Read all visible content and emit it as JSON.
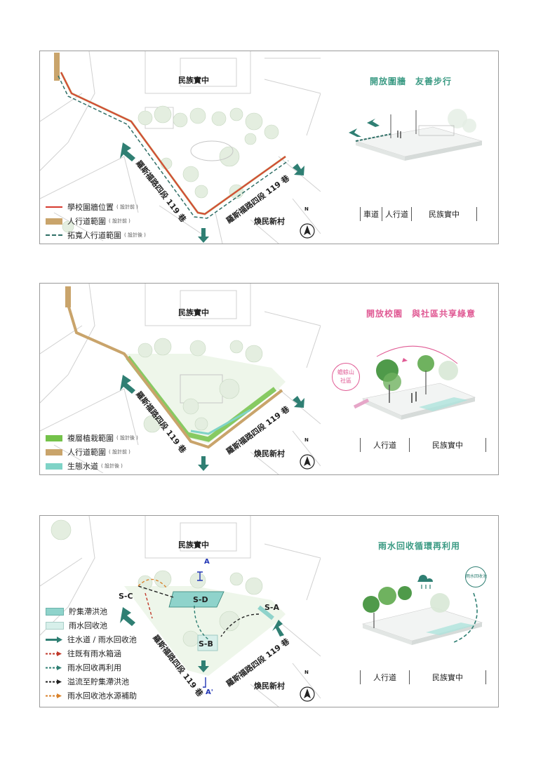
{
  "panel1": {
    "map_title": "民族實中",
    "village": "煥民新村",
    "road_label": "羅斯福路四段 119 巷",
    "right_title": "開放圍牆　友善步行",
    "section_labels": [
      "車道",
      "人行道",
      "民族實中"
    ],
    "legend": [
      {
        "label": "學校圍牆位置",
        "note": "( 設計前 )",
        "color": "#d63a2e",
        "style": "line"
      },
      {
        "label": "人行道範圍",
        "note": "( 設計前 )",
        "color": "#c9a46b",
        "style": "box"
      },
      {
        "label": "拓寬人行道範圍",
        "note": "( 設計後 )",
        "color": "#2f6f66",
        "style": "dashed"
      }
    ]
  },
  "panel2": {
    "map_title": "民族實中",
    "village": "煥民新村",
    "road_label": "羅斯福路四段 119 巷",
    "right_title": "開放校園　與社區共享綠意",
    "community_label_1": "蟾蜍山",
    "community_label_2": "社區",
    "section_labels": [
      "人行道",
      "民族實中"
    ],
    "legend": [
      {
        "label": "複層植栽範圍",
        "note": "( 設計後 )",
        "color": "#74c24a",
        "style": "box"
      },
      {
        "label": "人行道範圍",
        "note": "( 設計前 )",
        "color": "#c9a46b",
        "style": "box"
      },
      {
        "label": "生態水道",
        "note": "( 設計後 )",
        "color": "#7fd3c7",
        "style": "box"
      }
    ]
  },
  "panel3": {
    "map_title": "民族實中",
    "village": "煥民新村",
    "road_label": "羅斯福路四段 119 巷",
    "right_title": "雨水回收循環再利用",
    "cloud_label": "雨水回收池",
    "section_labels": [
      "人行道",
      "民族實中"
    ],
    "marks": {
      "sa": "S-A",
      "sb": "S-B",
      "sc": "S-C",
      "sd": "S-D",
      "a": "A",
      "a2": "A'"
    },
    "legend": [
      {
        "label": "貯集滯洪池",
        "color": "#8fd3cb",
        "style": "box"
      },
      {
        "label": "雨水回收池",
        "color": "#d7efea",
        "style": "box"
      },
      {
        "label": "往水道 / 雨水回收池",
        "color": "#2f7f73",
        "style": "arrow"
      },
      {
        "label": "往既有雨水箱涵",
        "color": "#c0392b",
        "style": "dasharrow"
      },
      {
        "label": "雨水回收再利用",
        "color": "#2f7f73",
        "style": "dasharrow"
      },
      {
        "label": "溢流至貯集滯洪池",
        "color": "#222222",
        "style": "dasharrow"
      },
      {
        "label": "雨水回收池水源補助",
        "color": "#d9822b",
        "style": "dasharrow"
      }
    ]
  },
  "north_label": "N"
}
